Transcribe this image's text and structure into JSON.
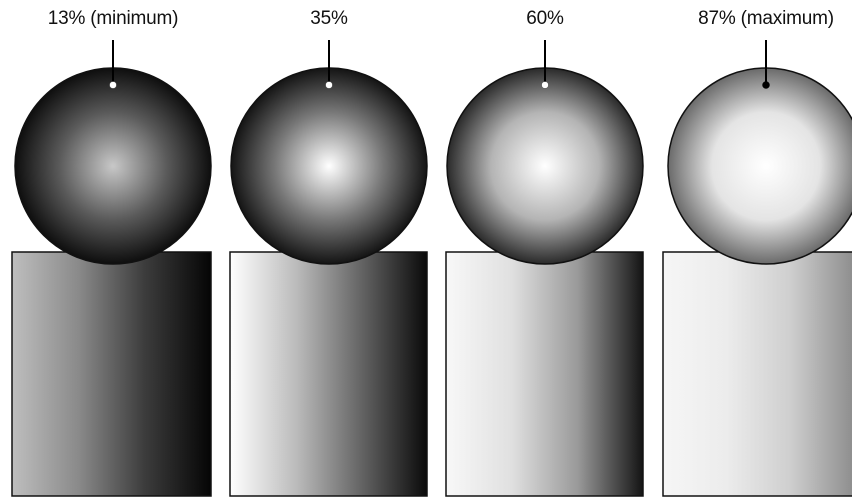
{
  "panels": [
    {
      "label": "13% (minimum)",
      "level": 0.13,
      "sphere": {
        "center": "#c8c8c8",
        "mid": "#5a5a5a",
        "edge": "#0e0e0e"
      },
      "cylinder": [
        "#bebebe",
        "#8a8a8a",
        "#3c3c3c",
        "#050505"
      ],
      "marker_color": "#ffffff"
    },
    {
      "label": "35%",
      "level": 0.35,
      "sphere": {
        "center": "#ffffff",
        "mid": "#787878",
        "edge": "#141414"
      },
      "cylinder": [
        "#ffffff",
        "#bcbcbc",
        "#646464",
        "#0a0a0a"
      ],
      "marker_color": "#ffffff"
    },
    {
      "label": "60%",
      "level": 0.6,
      "sphere": {
        "center": "#ffffff",
        "mid": "#b4b4b4",
        "edge": "#2a2a2a"
      },
      "cylinder": [
        "#f8f8f8",
        "#e0e0e0",
        "#9a9a9a",
        "#141414"
      ],
      "marker_color": "#ffffff"
    },
    {
      "label": "87% (maximum)",
      "level": 0.87,
      "sphere": {
        "center": "#ffffff",
        "mid": "#e4e4e4",
        "edge": "#6a6a6a"
      },
      "cylinder": [
        "#f6f6f6",
        "#ececec",
        "#cfcfcf",
        "#8e8e8e"
      ],
      "marker_color": "#000000"
    }
  ]
}
